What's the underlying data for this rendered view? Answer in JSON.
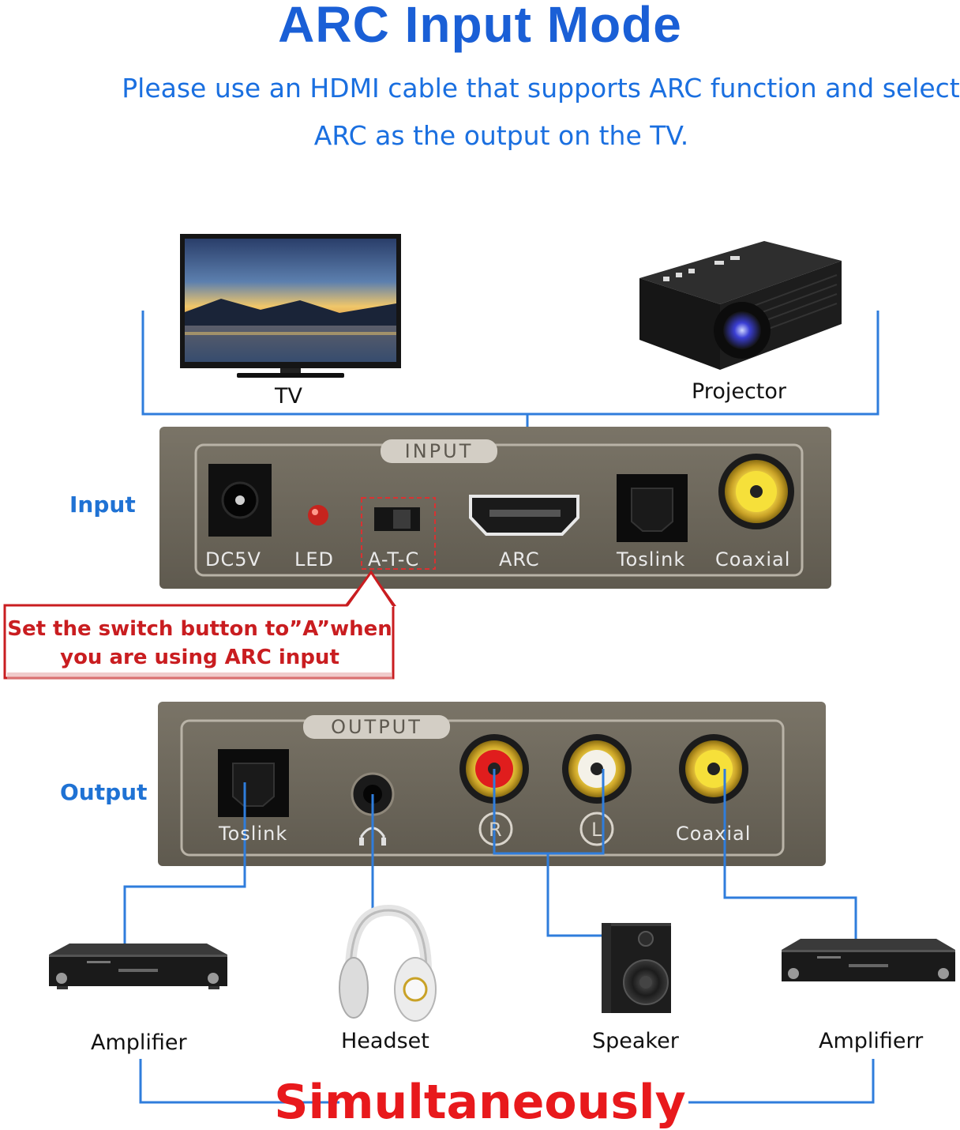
{
  "title": "ARC Input Mode",
  "subtitle_line1": "Please use an HDMI cable that supports ARC function and select",
  "subtitle_line2": "ARC as the output on the TV.",
  "devices_top": {
    "tv": "TV",
    "projector": "Projector"
  },
  "side_labels": {
    "input": "Input",
    "output": "Output"
  },
  "input_panel": {
    "badge": "INPUT",
    "ports": {
      "dc5v": "DC5V",
      "led": "LED",
      "atc": "A-T-C",
      "arc": "ARC",
      "toslink": "Toslink",
      "coaxial": "Coaxial"
    }
  },
  "callout": {
    "line1": "Set the switch button to”A”when",
    "line2": "you are using ARC input"
  },
  "output_panel": {
    "badge": "OUTPUT",
    "ports": {
      "toslink": "Toslink",
      "right": "R",
      "left": "L",
      "coaxial": "Coaxial"
    }
  },
  "devices_bottom": {
    "amp1": "Amplifier",
    "headset": "Headset",
    "speaker": "Speaker",
    "amp2": "Amplifierr"
  },
  "footer": "Simultaneously",
  "colors": {
    "title_blue": "#1a5fd6",
    "line_blue": "#2f7ddc",
    "callout_red": "#c91d20",
    "footer_red": "#e8191c",
    "panel": "#6a6458"
  },
  "icons": [
    "tv-icon",
    "projector-icon",
    "amplifier-icon",
    "headphones-icon",
    "speaker-icon"
  ]
}
